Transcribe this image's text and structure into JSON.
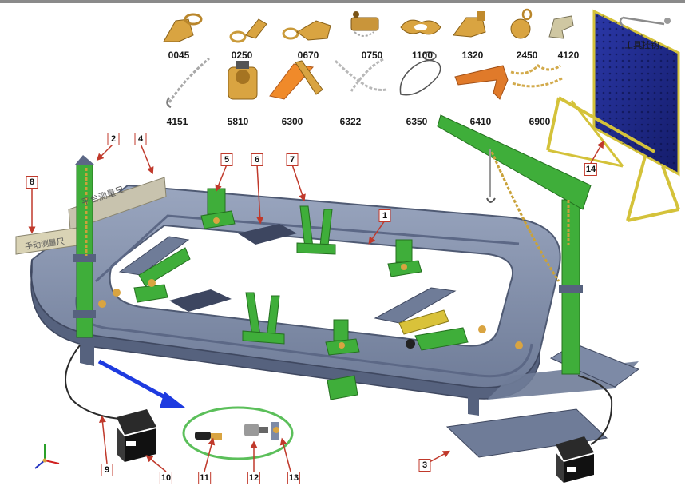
{
  "tools_row1": [
    "0045",
    "0250",
    "0670",
    "0750",
    "1100",
    "1320",
    "2450",
    "4120"
  ],
  "tools_row2": [
    "4151",
    "5810",
    "6300",
    "6322",
    "6350",
    "6410",
    "6900"
  ],
  "tool_rack_label": "工具挂钩",
  "callouts": [
    "1",
    "2",
    "3",
    "4",
    "5",
    "6",
    "7",
    "8",
    "9",
    "10",
    "11",
    "12",
    "13",
    "14"
  ],
  "sign_rear": "平台测量尺",
  "sign_side": "手动测量尺",
  "colors": {
    "frame": "#7d8aa6",
    "frame_dark": "#56627e",
    "green": "#3fae3a",
    "tools": "#d9a441",
    "rack": "#1f2a8f",
    "rack_frame": "#d4c23a",
    "callout_border": "#c0392b",
    "arrow": "#1e3be0"
  }
}
